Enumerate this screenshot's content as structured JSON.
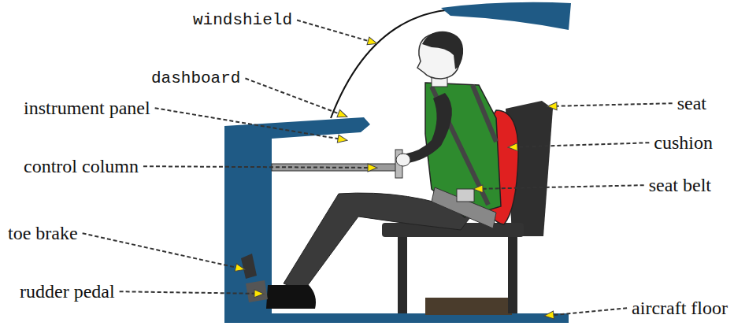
{
  "diagram": {
    "labels": [
      "windshield",
      "dashboard",
      "seat",
      "instrument panel",
      "cushion",
      "control column",
      "seat belt",
      "toe brake",
      "rudder pedal",
      "aircraft floor"
    ]
  }
}
